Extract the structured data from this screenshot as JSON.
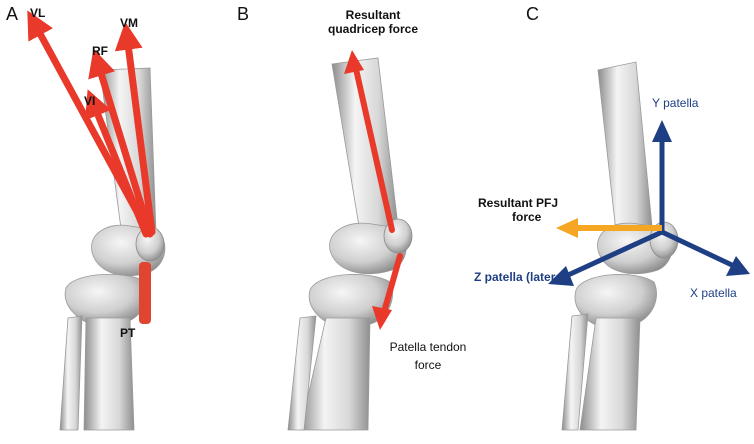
{
  "colors": {
    "muscle_red": "#e8392a",
    "tendon_red": "#e0452f",
    "axis_blue": "#1f3f85",
    "pfj_orange": "#f5a623",
    "bone_light": "#f2f2f2",
    "bone_mid": "#c9c9c9",
    "bone_dark": "#8c8c8c"
  },
  "panels": {
    "a": {
      "letter": "A",
      "labels": {
        "vl": "VL",
        "vm": "VM",
        "rf": "RF",
        "vi": "VI",
        "pt": "PT"
      }
    },
    "b": {
      "letter": "B",
      "quad_line1": "Resultant",
      "quad_line2": "quadricep force",
      "tendon_line1": "Patella tendon",
      "tendon_line2": "force"
    },
    "c": {
      "letter": "C",
      "y_axis": "Y patella",
      "x_axis": "X patella",
      "z_axis": "Z patella (lateral)",
      "pfj_line1": "Resultant PFJ",
      "pfj_line2": "force"
    }
  }
}
